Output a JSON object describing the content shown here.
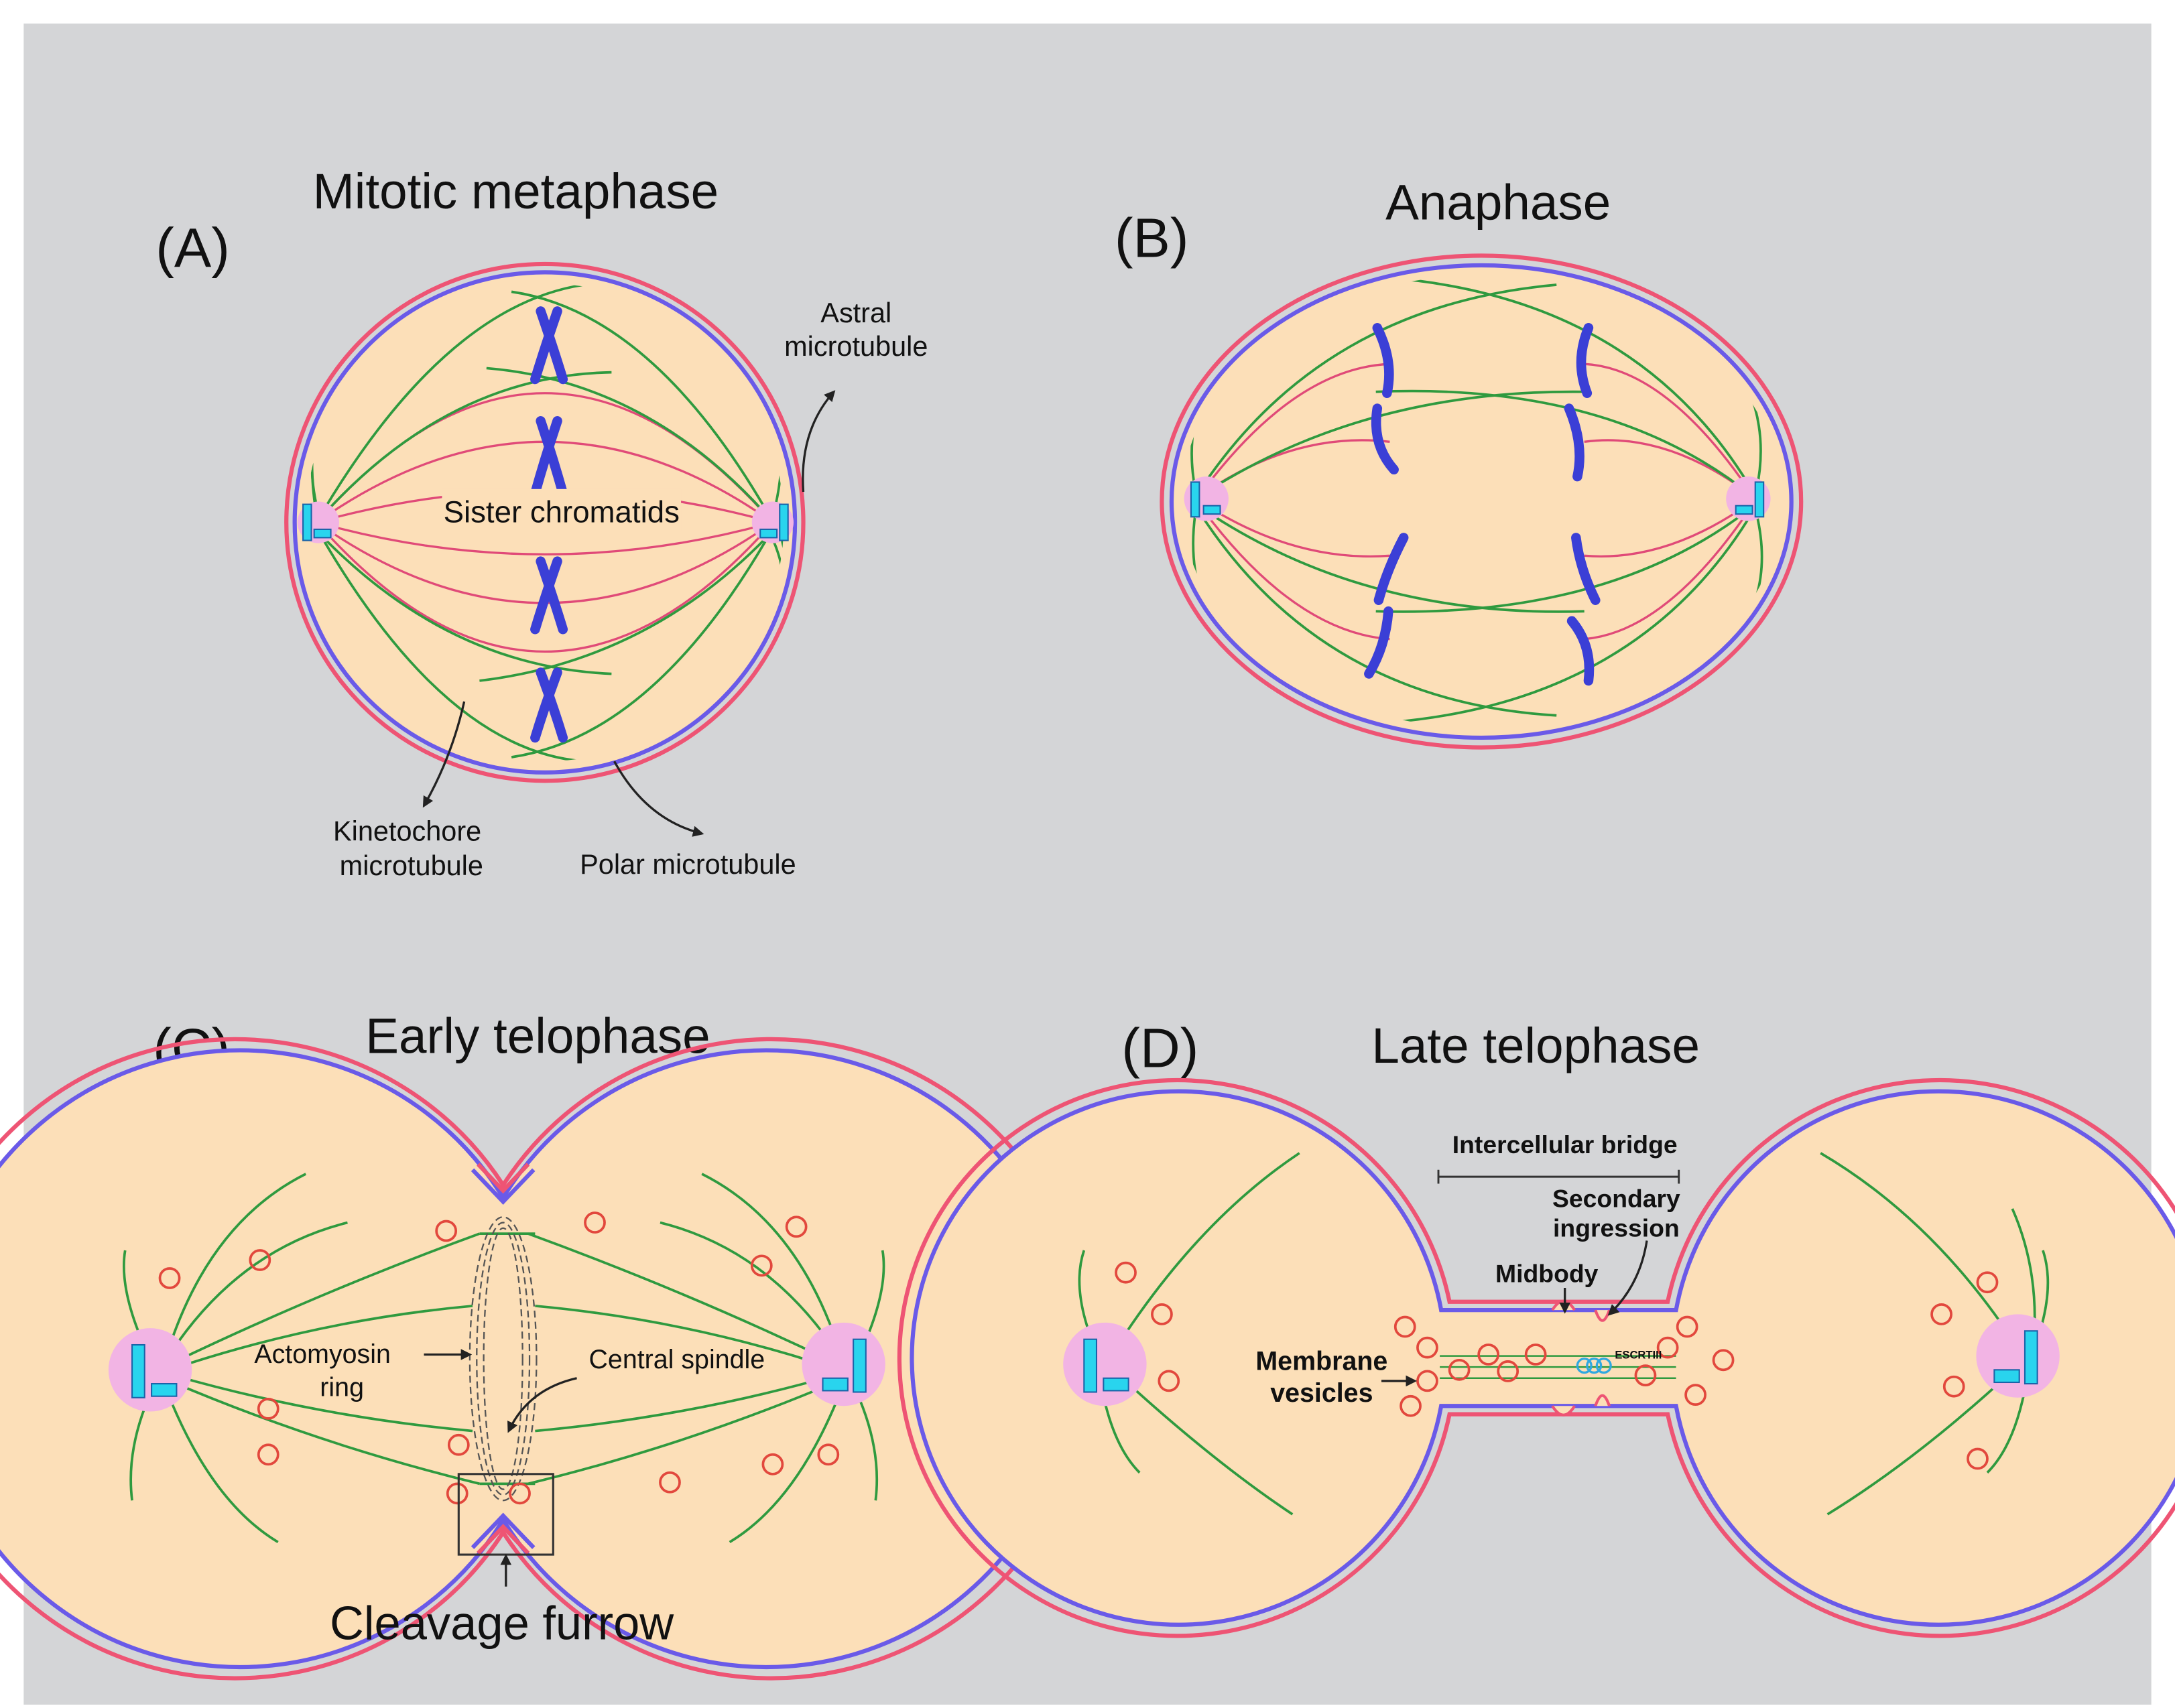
{
  "colors": {
    "background": "#d4d5d7",
    "cytoplasm": "#fcdfb8",
    "membrane_outer": "#ee5474",
    "membrane_inner": "#6a5ae8",
    "kinetochore_mt": "#e04a78",
    "polar_mt": "#2f9a3f",
    "chromosome": "#3b3fd6",
    "centrosome": "#f2b4e4",
    "centriole": "#29d4ee",
    "vesicle": "#e2483d",
    "escrt": "#2fa8e0"
  },
  "panelA": {
    "letter": "(A)",
    "title": "Mitotic metaphase",
    "label_sister_chromatids": "Sister chromatids",
    "label_astral_1": "Astral",
    "label_astral_2": "microtubule",
    "label_kinetochore_1": "Kinetochore",
    "label_kinetochore_2": "microtubule",
    "label_polar": "Polar microtubule"
  },
  "panelB": {
    "letter": "(B)",
    "title": "Anaphase"
  },
  "panelC": {
    "letter": "(C)",
    "title": "Early telophase",
    "label_actomyosin_1": "Actomyosin",
    "label_actomyosin_2": "ring",
    "label_central_spindle": "Central spindle",
    "label_cleavage_furrow": "Cleavage furrow"
  },
  "panelD": {
    "letter": "(D)",
    "title": "Late telophase",
    "label_bridge": "Intercellular bridge",
    "label_secondary_1": "Secondary",
    "label_secondary_2": "ingression",
    "label_midbody": "Midbody",
    "label_vesicles_1": "Membrane",
    "label_vesicles_2": "vesicles",
    "label_escrt": "ESCRTIII"
  }
}
